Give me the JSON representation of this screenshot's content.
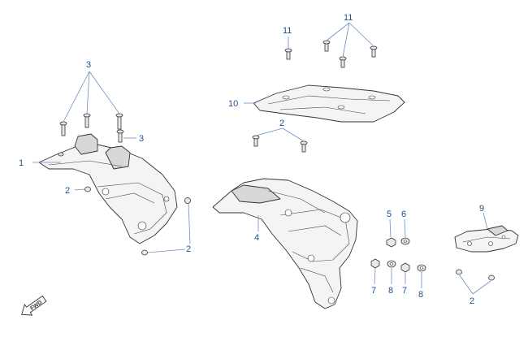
{
  "callouts": {
    "c1": "1",
    "c2a": "2",
    "c2b": "2",
    "c2c": "2",
    "c2d": "2",
    "c3a": "3",
    "c3b": "3",
    "c4": "4",
    "c5": "5",
    "c6": "6",
    "c7a": "7",
    "c7b": "7",
    "c8a": "8",
    "c8b": "8",
    "c9": "9",
    "c10": "10",
    "c11a": "11",
    "c11b": "11"
  },
  "fwd_label": "FWD",
  "colors": {
    "callout": "#1f4f8f",
    "leader": "#6b8fc4",
    "outline": "#333333"
  }
}
